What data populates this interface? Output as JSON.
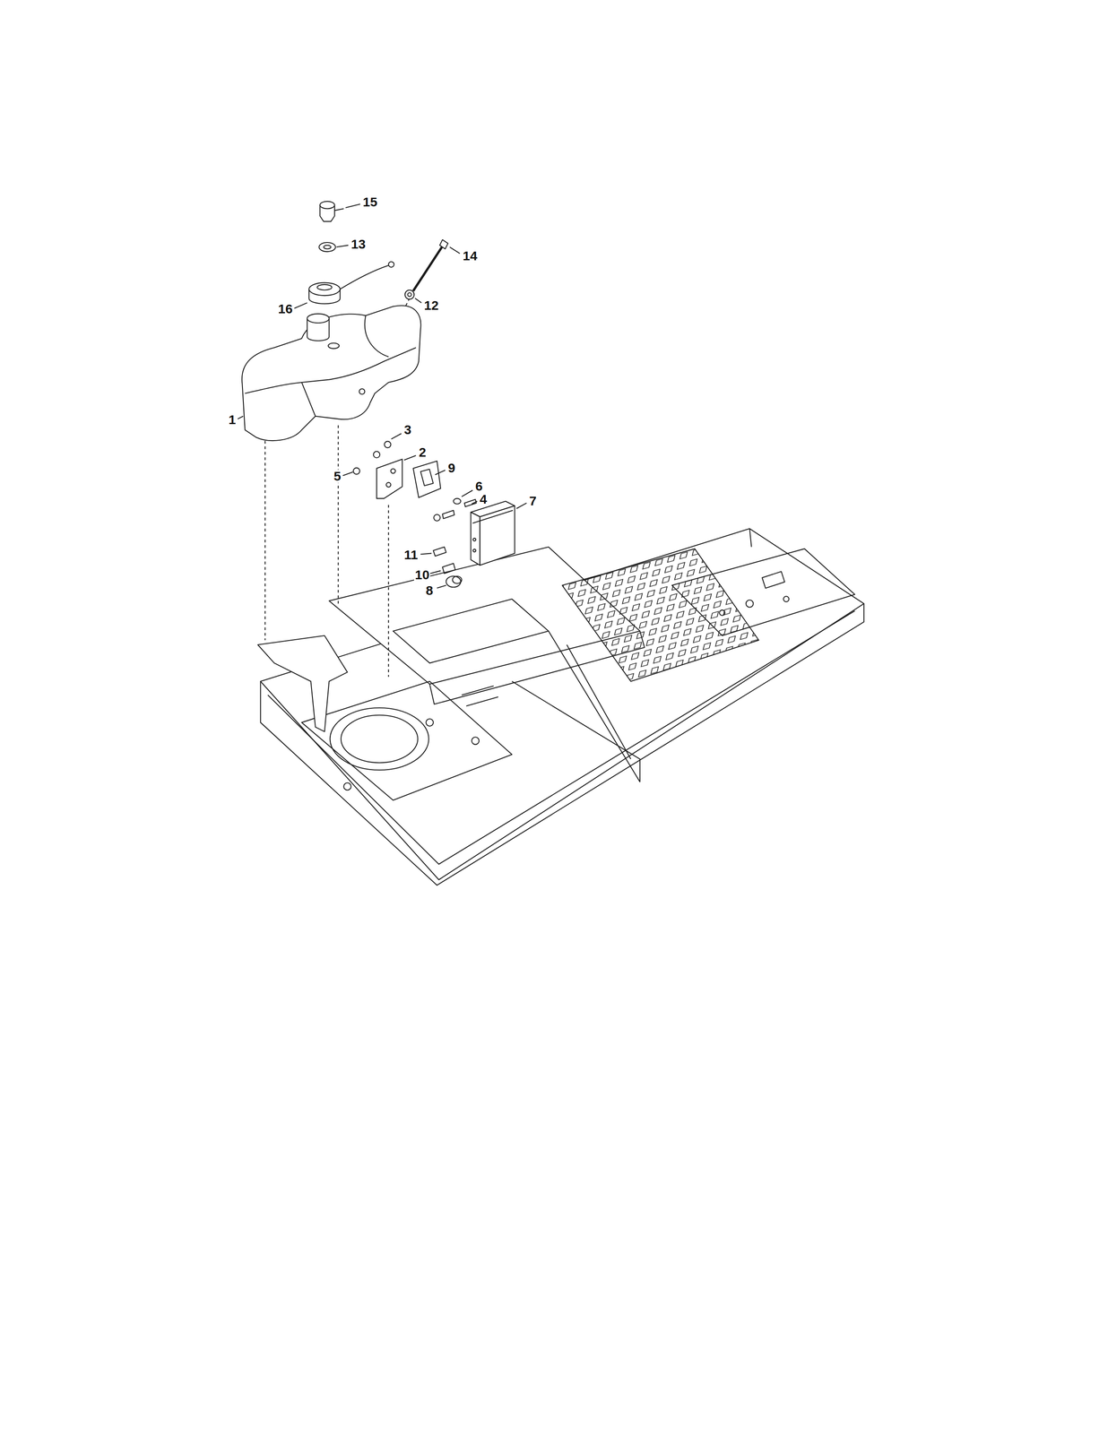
{
  "diagram": {
    "labels": [
      "15",
      "13",
      "14",
      "16",
      "12",
      "1",
      "3",
      "2",
      "9",
      "5",
      "6",
      "4",
      "7",
      "11",
      "10",
      "8"
    ]
  }
}
